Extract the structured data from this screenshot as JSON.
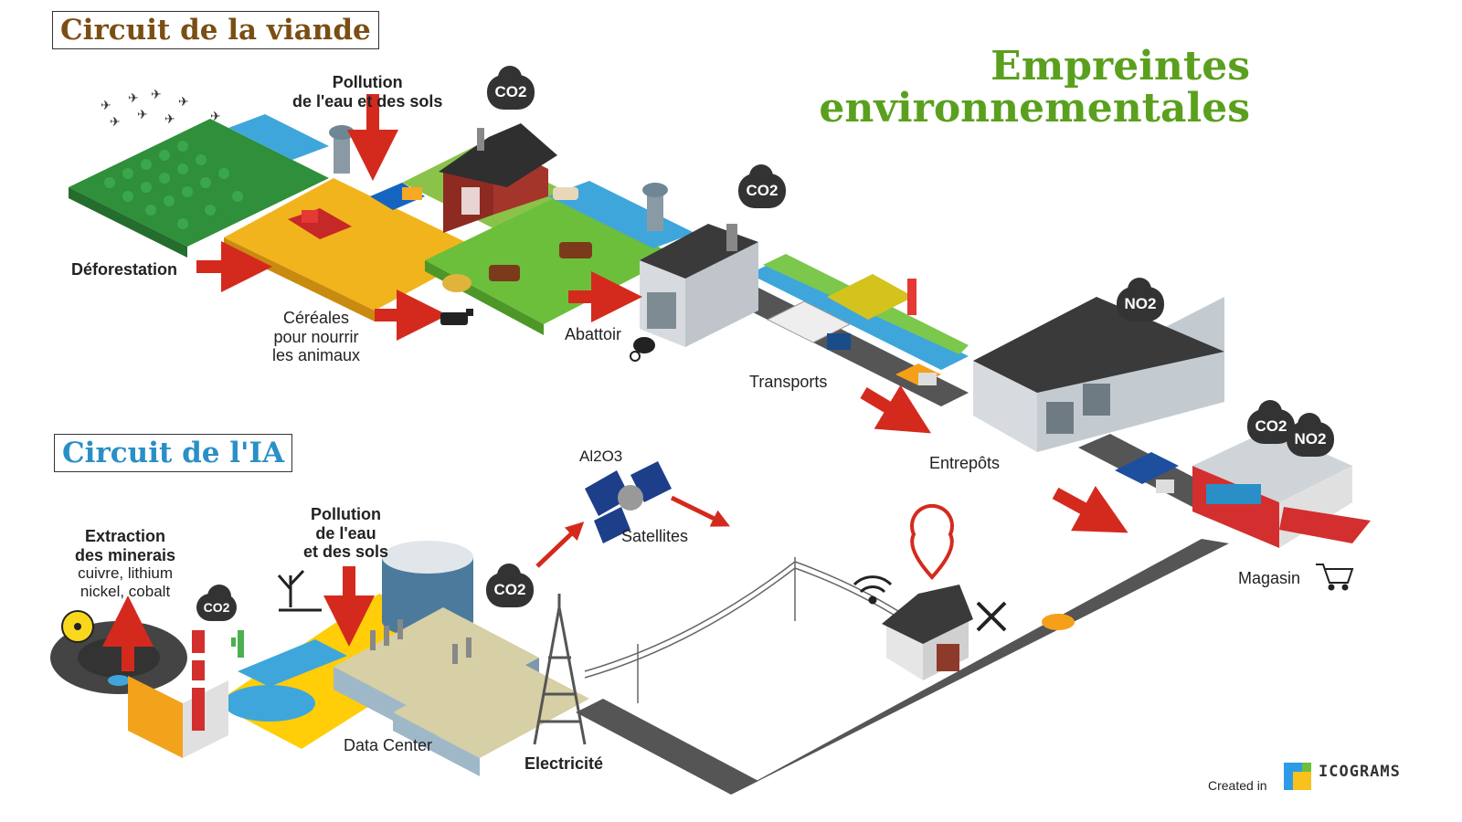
{
  "titles": {
    "meat_circuit": "Circuit de la viande",
    "ai_circuit": "Circuit de l'IA",
    "main_line1": "Empreintes",
    "main_line2": "environnementales"
  },
  "meat_labels": {
    "pollution_line1": "Pollution",
    "pollution_line2": "de l'eau et des sols",
    "deforestation": "Déforestation",
    "cereals_line1": "Céréales",
    "cereals_line2": "pour nourrir",
    "cereals_line3": "les animaux",
    "slaughterhouse": "Abattoir",
    "transports": "Transports",
    "warehouses": "Entrepôts",
    "store": "Magasin"
  },
  "ai_labels": {
    "extraction_line1": "Extraction",
    "extraction_line2": "des minerais",
    "minerals_line1": "cuivre, lithium",
    "minerals_line2": "nickel, cobalt",
    "pollution_line1": "Pollution",
    "pollution_line2": "de l'eau",
    "pollution_line3": "et des sols",
    "datacenter": "Data Center",
    "electricity": "Electricité",
    "satellites": "Satellites",
    "alumina": "Al2O3"
  },
  "emissions": {
    "co2": "CO2",
    "no2": "NO2"
  },
  "credit": {
    "created_in": "Created in",
    "brand": "ICOGRAMS"
  },
  "colors": {
    "meat_title": "#7a4e14",
    "ai_title": "#2a8fc7",
    "main_title": "#5aa01e",
    "arrow_red": "#d42a1e",
    "grass": "#6cbf3a",
    "wheat": "#f2b41d",
    "yellow_zone": "#ffce08",
    "water": "#3fa6dc",
    "road": "#555555"
  },
  "icons": [
    "airplane-icon",
    "cow-icon",
    "ham-icon",
    "radioactive-icon",
    "cactus-icon",
    "dead-tree-icon",
    "wifi-icon",
    "location-pin-icon",
    "fork-knife-icon",
    "shopping-cart-icon",
    "satellite-icon",
    "pylon-icon",
    "truck-icon",
    "car-icon"
  ]
}
